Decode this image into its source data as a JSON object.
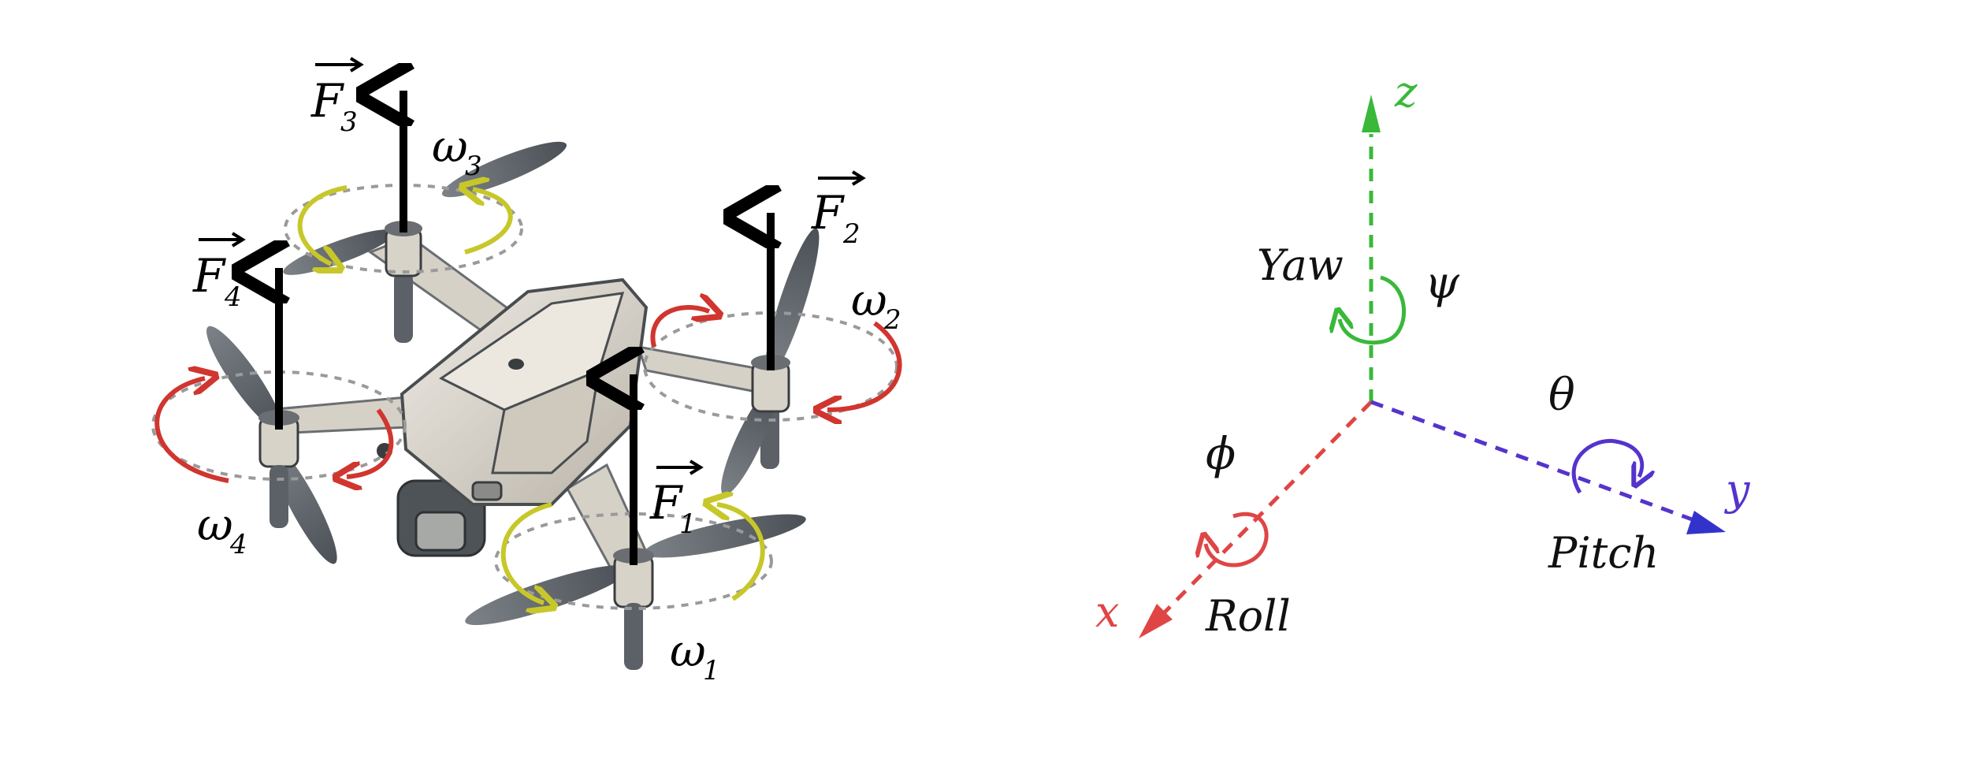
{
  "drone": {
    "forces": [
      {
        "sym": "F",
        "sub": "1"
      },
      {
        "sym": "F",
        "sub": "2"
      },
      {
        "sym": "F",
        "sub": "3"
      },
      {
        "sym": "F",
        "sub": "4"
      }
    ],
    "speeds": [
      {
        "sym": "ω",
        "sub": "1"
      },
      {
        "sym": "ω",
        "sub": "2"
      },
      {
        "sym": "ω",
        "sub": "3"
      },
      {
        "sym": "ω",
        "sub": "4"
      }
    ],
    "colors": {
      "ccw_rotation": "#c7c72a",
      "cw_rotation": "#d1352f",
      "body": "#d8d3c8",
      "propeller": "#5b6166",
      "arrow": "#000000"
    }
  },
  "axes": {
    "x": {
      "label": "x",
      "angle_symbol": "ϕ",
      "name": "Roll",
      "color": "#e04545"
    },
    "y": {
      "label": "y",
      "angle_symbol": "θ",
      "name": "Pitch",
      "color": "#5533cc"
    },
    "z": {
      "label": "z",
      "angle_symbol": "ψ",
      "name": "Yaw",
      "color": "#3ab83a"
    }
  }
}
